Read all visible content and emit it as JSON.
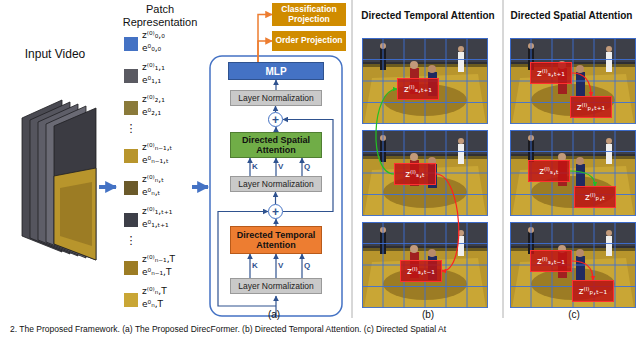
{
  "diagram": {
    "caption": "2. The Proposed Framework. (a) The Proposed DirecFormer. (b) Directed Temporal Attention. (c) Directed Spatial At",
    "nodes": [
      {
        "text": [
          "Classification Projection"
        ]
      },
      {
        "text": [
          "Order Projection"
        ]
      },
      {
        "text": [
          "MLP"
        ]
      },
      {
        "text": [
          "Layer Normalization"
        ]
      },
      {
        "text": [
          "+"
        ]
      },
      {
        "text": [
          "Directed Spatial Attention"
        ]
      },
      {
        "text": [
          "Layer Normalization"
        ]
      },
      {
        "text": [
          "+"
        ]
      },
      {
        "text": [
          "Directed Temporal Attention"
        ]
      },
      {
        "text": [
          "Layer Normalization"
        ]
      },
      {
        "text": [
          "z⁽ˡ⁾ₛ,ₜ₊₁"
        ]
      },
      {
        "text": [
          "z⁽ˡ⁾ₛ,ₜ"
        ]
      },
      {
        "text": [
          "z⁽ˡ⁾ₛ,ₜ₋₁"
        ]
      },
      {
        "text": [
          "z⁽ˡ⁾ₛ,ₜ₊₁"
        ]
      },
      {
        "text": [
          "z⁽ˡ⁾ₚ,ₜ₊₁"
        ]
      },
      {
        "text": [
          "z⁽ˡ⁾ₛ,ₜ"
        ]
      },
      {
        "text": [
          "z⁽ˡ⁾ₚ,ₜ"
        ]
      },
      {
        "text": [
          "z⁽ˡ⁾ₛ,ₜ₋₁"
        ]
      },
      {
        "text": [
          "z⁽ˡ⁾ₚ,ₜ₋₁"
        ]
      }
    ],
    "edges": [
      {
        "from": 9,
        "to": 8,
        "label": "K",
        "arrow": "to"
      },
      {
        "from": 9,
        "to": 8,
        "label": "V",
        "arrow": "to"
      },
      {
        "from": 9,
        "to": 8,
        "label": "Q",
        "arrow": "to"
      },
      {
        "from": 8,
        "to": 7,
        "arrow": "to"
      },
      {
        "from": 7,
        "to": 6,
        "arrow": "to"
      },
      {
        "from": 6,
        "to": 5,
        "label": "K",
        "arrow": "to"
      },
      {
        "from": 6,
        "to": 5,
        "label": "V",
        "arrow": "to"
      },
      {
        "from": 6,
        "to": 5,
        "label": "Q",
        "arrow": "to"
      },
      {
        "from": 5,
        "to": 4,
        "arrow": "to"
      },
      {
        "from": 7,
        "to": 4,
        "arrow": "to"
      },
      {
        "from": 4,
        "to": 3,
        "arrow": "to"
      },
      {
        "from": 3,
        "to": 2,
        "arrow": "to"
      },
      {
        "from": 2,
        "to": 1,
        "arrow": "to"
      },
      {
        "from": 2,
        "to": 0,
        "arrow": "to"
      },
      {
        "from": 11,
        "to": 10,
        "arrow": "to"
      },
      {
        "from": 11,
        "to": 12,
        "arrow": "to"
      },
      {
        "from": 13,
        "to": 14,
        "arrow": "to"
      },
      {
        "from": 15,
        "to": 16,
        "arrow": "to"
      },
      {
        "from": 17,
        "to": 18,
        "arrow": "to"
      }
    ],
    "labels": [
      "Input Video",
      "Patch Representation",
      "z⁽⁰⁾₀,₀",
      "e⁰₀,₀",
      "z⁽⁰⁾₁,₁",
      "e⁰₁,₁",
      "z⁽⁰⁾₂,₁",
      "e⁰₂,₁",
      "⋮",
      "z⁽⁰⁾ₙ₋₁,ₜ",
      "e⁰ₙ₋₁,ₜ",
      "z⁽⁰⁾ₙ,ₜ",
      "e⁰ₙ,ₜ",
      "z⁽⁰⁾₁,ₜ₊₁",
      "e⁰₁,ₜ₊₁",
      "⋮",
      "z⁽⁰⁾ₙ₋₁,T",
      "e⁰ₙ₋₁,T",
      "z⁽⁰⁾ₙ,T",
      "e⁰ₙ,T",
      "Directed Temporal Attention",
      "Directed Spatial Attention",
      "(a)",
      "(b)",
      "(c)"
    ]
  }
}
